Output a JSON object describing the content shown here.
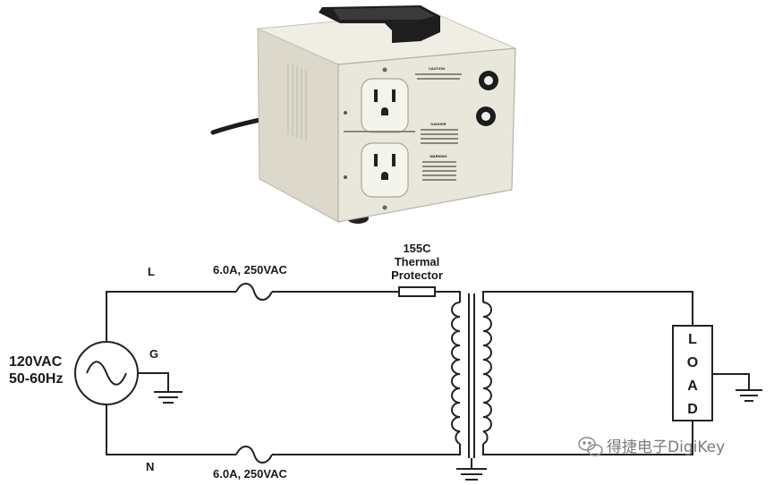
{
  "labels": {
    "line": "L",
    "ground": "G",
    "neutral": "N",
    "source_voltage": "120VAC",
    "source_freq": "50-60Hz",
    "fuse_top": "6.0A, 250VAC",
    "fuse_bottom": "6.0A, 250VAC",
    "thermal_line1": "155C",
    "thermal_line2": "Thermal",
    "thermal_line3": "Protector",
    "load": [
      "L",
      "O",
      "A",
      "D"
    ]
  },
  "product_panel": {
    "caution_title": "CAUTION",
    "danger_title": "DANGER",
    "warning_title": "WARNING"
  },
  "watermark": {
    "text": "得捷电子DigiKey",
    "icon": "wechat-icon"
  },
  "colors": {
    "wire": "#222222",
    "case_body": "#e9e7dc",
    "case_shadow": "#c9c6b8",
    "outlet": "#f3f2ea",
    "handle": "#1e1e1e"
  }
}
